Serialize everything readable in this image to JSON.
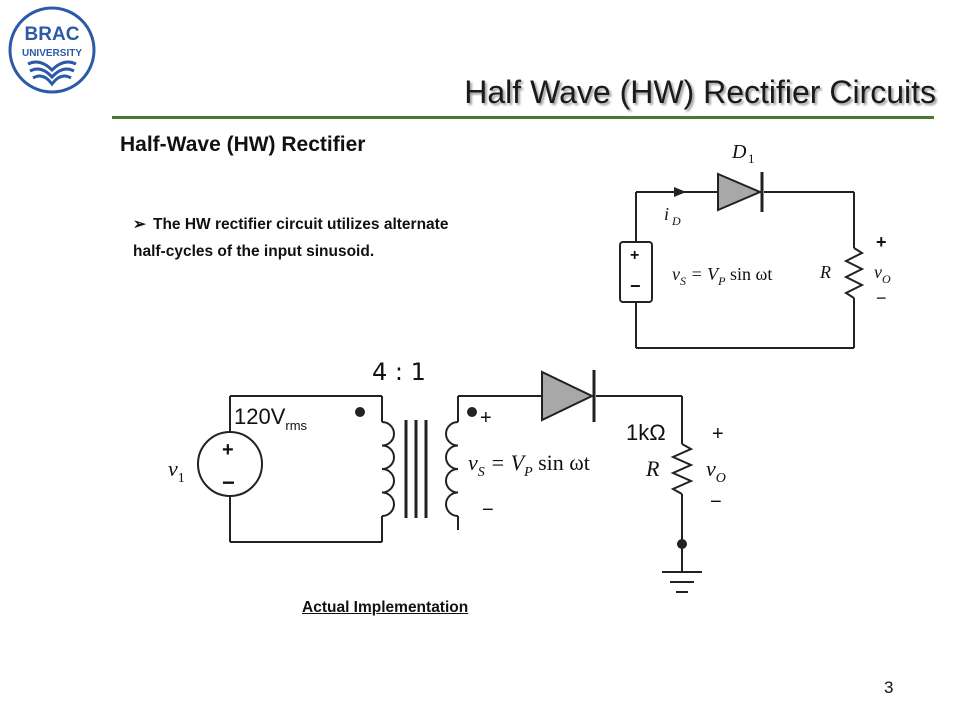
{
  "logo": {
    "line1": "BRAC",
    "line2": "UNIVERSITY"
  },
  "slide": {
    "title": "Half Wave (HW) Rectifier Circuits",
    "subtitle": "Half-Wave (HW) Rectifier",
    "bullet_line1": "The HW rectifier circuit utilizes alternate",
    "bullet_line2": "half-cycles of the input sinusoid.",
    "bullet_marker": "➢",
    "caption": "Actual Implementation",
    "page_number": "3"
  },
  "circuit_basic": {
    "diode_label": "D",
    "diode_sub": "1",
    "current_label": "i",
    "current_sub": "D",
    "source_plus": "+",
    "source_minus": "−",
    "source_eq_v": "v",
    "source_eq_sub": "S",
    "source_eq_mid": " = V",
    "source_eq_sub2": "P",
    "source_eq_end": " sin ωt",
    "resistor_label": "R",
    "out_plus": "+",
    "out_v": "v",
    "out_sub": "O",
    "out_minus": "−"
  },
  "circuit_impl": {
    "ratio": "4 : 1",
    "voltage": "120V",
    "voltage_sub": "rms",
    "source_label": "v",
    "source_sub": "1",
    "src_plus": "+",
    "src_minus": "−",
    "sec_plus": "+",
    "sec_minus": "−",
    "sec_eq_v": "v",
    "sec_eq_sub": "S",
    "sec_eq_mid": " = V",
    "sec_eq_sub2": "P",
    "sec_eq_end": " sin ωt",
    "resistor_value": "1kΩ",
    "resistor_label": "R",
    "out_plus": "+",
    "out_v": "v",
    "out_sub": "O",
    "out_minus": "−"
  },
  "colors": {
    "title_rule": "#4a7a2c",
    "logo_blue": "#2b5aa8",
    "diode_fill": "#a8a8a8"
  }
}
